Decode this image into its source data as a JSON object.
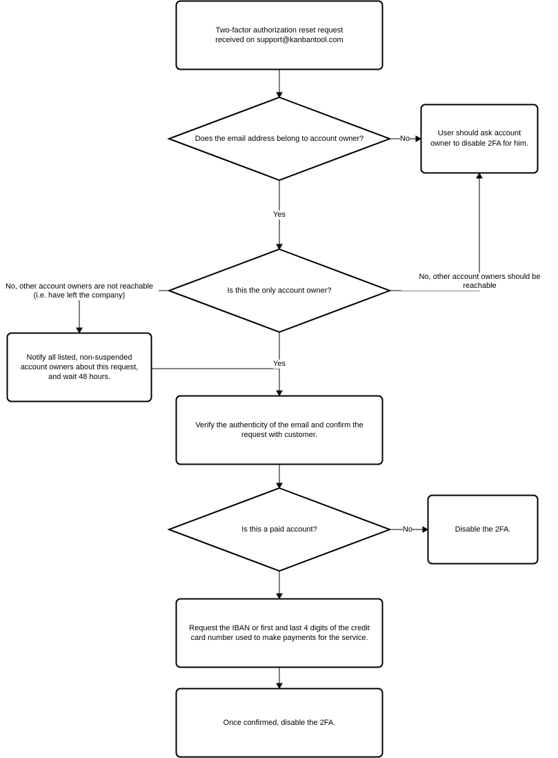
{
  "nodes": {
    "start": "Two-factor authorization reset request\nreceived on support@kanbantool.com",
    "q_email_owner": "Does the email address belong to account owner?",
    "ask_owner": "User should ask account\nowner to disable 2FA for him.",
    "q_only_owner": "Is this the only account owner?",
    "notify_owners": "Notify all listed, non-suspended\naccount owners about this request,\nand wait 48 hours.",
    "verify_email": "Verify the authenticity of the email and confirm the\nrequest with customer.",
    "q_paid": "Is this a paid account?",
    "disable_free": "Disable the 2FA.",
    "request_payment": "Request the IBAN or first and last 4 digits of the credit\ncard number used to make payments for the service.",
    "disable_final": "Once confirmed, disable the 2FA."
  },
  "edges": {
    "email_no": "No",
    "email_yes": "Yes",
    "only_no_reachable": "No, other account owners should be reachable",
    "only_no_unreachable": "No, other account owners are not reachable\n(i.e. have left the company)",
    "only_yes": "Yes",
    "paid_no": "No"
  }
}
